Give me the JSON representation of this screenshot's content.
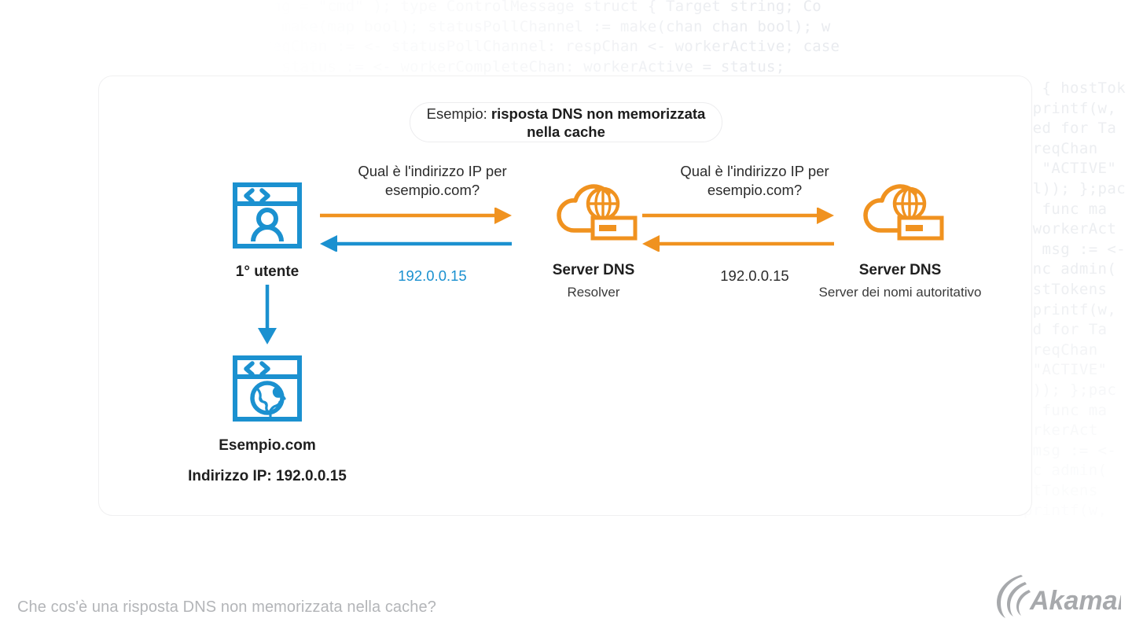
{
  "background_code": {
    "top_lines": [
      "string = \"cmd\" ); type ControlMessage struct { Target string; Co",
      "ng = make(map bool); statusPollChannel := make(chan chan bool); w",
      "te reqChan := <- statusPollChannel: respChan <- workerActive; case",
      "case status := <- workerCompleteChan: workerActive = status;"
    ],
    "right_lines": [
      "t) { hostTok",
      ".Fprintf(w,",
      "sued for Ta",
      "{ reqChan",
      "w, \"ACTIVE\"",
      "nil)); };pac",
      "); func ma",
      "; workerAct",
      "se msg := <-",
      "func admin(",
      "hostTokens",
      ".Fprintf(w,",
      "ued for Ta",
      "{ reqChan",
      ", \"ACTIVE\"",
      "il)); };pac",
      "); func ma",
      "workerAct",
      "e msg := <-",
      "unc admin(",
      "ostTokens",
      "Fprintf(w,"
    ]
  },
  "title": {
    "lead": "Esempio: ",
    "strong": "risposta DNS non memorizzata nella cache"
  },
  "nodes": [
    {
      "id": "first-user",
      "icon": "browser-user-icon",
      "label_main": "1° utente",
      "label_sub": ""
    },
    {
      "id": "example-site",
      "icon": "browser-globe-icon",
      "label_main": "Esempio.com",
      "label_sub": "Indirizzo IP: 192.0.0.15"
    },
    {
      "id": "dns-resolver",
      "icon": "cloud-dns-server-icon",
      "label_main": "Server DNS",
      "label_sub": "Resolver"
    },
    {
      "id": "dns-authoritative",
      "icon": "cloud-dns-server-icon",
      "label_main": "Server DNS",
      "label_sub": "Server dei nomi autoritativo"
    }
  ],
  "flows": [
    {
      "id": "user-to-resolver",
      "question": "Qual è l'indirizzo IP per",
      "question_line2": "esempio.com?",
      "request_arrow_color": "#f0921f",
      "response_arrow_color": "#1b91d0",
      "answer": "192.0.0.15",
      "answer_color": "#1b91d0"
    },
    {
      "id": "resolver-to-authoritative",
      "question": "Qual è l'indirizzo IP per",
      "question_line2": "esempio.com?",
      "request_arrow_color": "#f0921f",
      "response_arrow_color": "#f0921f",
      "answer": "192.0.0.15",
      "answer_color": "#2b2b2b"
    }
  ],
  "vertical_arrow": {
    "name": "user-to-site-arrow",
    "color": "#1b91d0"
  },
  "bottom_caption": "Che cos'è una risposta DNS non memorizzata nella cache?",
  "logo": {
    "name": "akamai-logo",
    "text": "Akamai",
    "color": "#a7a9ac"
  },
  "colors": {
    "orange": "#f0921f",
    "blue": "#1b91d0",
    "text_dark": "#2b2b2b",
    "card_border": "#f0f0f1",
    "caption_gray": "#b3b5b8"
  }
}
